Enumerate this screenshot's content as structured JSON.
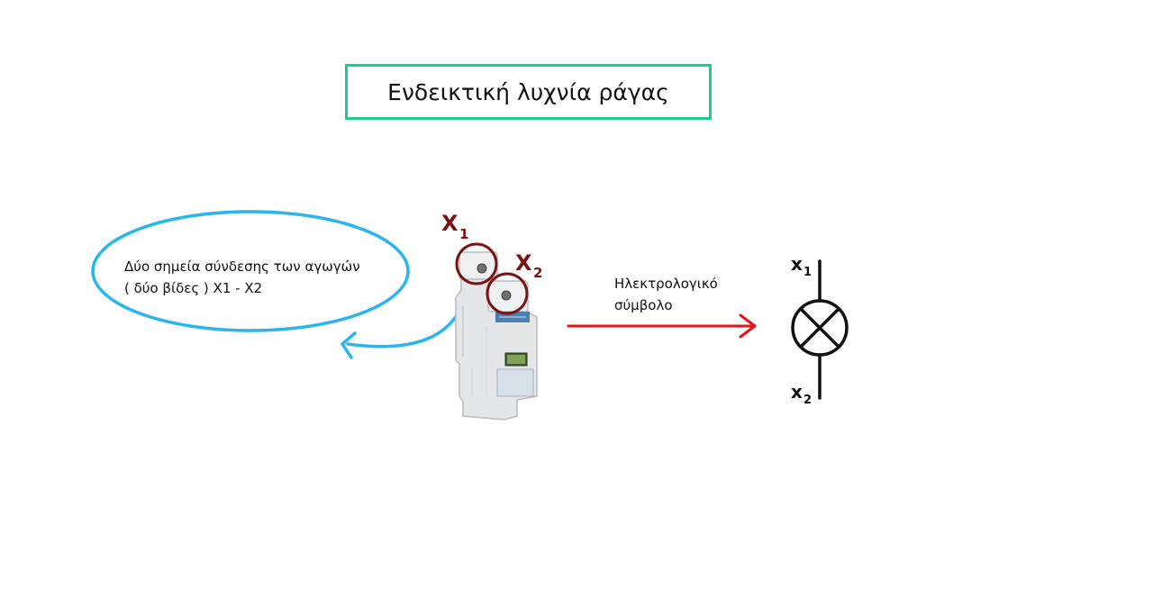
{
  "title": "Ενδεικτική λυχνία ράγας",
  "ellipse_note": {
    "line1": "Δύο σημεία σύνδεσης των αγωγών",
    "line2": "( δύο βίδες ) Χ1 - Χ2"
  },
  "symbol_note": {
    "line1": "Ηλεκτρολογικό",
    "line2": "σύμβολο"
  },
  "device": {
    "terminal1_label": "X",
    "terminal1_sub": "1",
    "terminal2_label": "X",
    "terminal2_sub": "2"
  },
  "symbol": {
    "top_label": "x",
    "top_sub": "1",
    "bottom_label": "x",
    "bottom_sub": "2"
  },
  "colors": {
    "title_border": "#1ecb8b",
    "ellipse": "#2bb5ee",
    "arrow": "#e8141b",
    "annotation": "#7a1414",
    "symbol": "#111111"
  }
}
